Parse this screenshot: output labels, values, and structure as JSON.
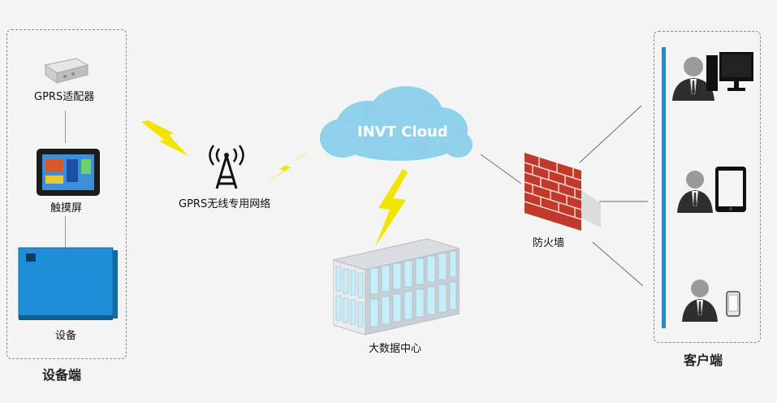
{
  "device_side": {
    "group_label": "设备端",
    "gprs_adapter_label": "GPRS适配器",
    "touchscreen_label": "触摸屏",
    "equipment_label": "设备"
  },
  "network": {
    "wireless_label": "GPRS无线专用网络",
    "cloud_label": "INVT Cloud",
    "datacenter_label": "大数据中心",
    "firewall_label": "防火墙"
  },
  "client_side": {
    "group_label": "客户端"
  },
  "colors": {
    "cloud": "#8fd0ea",
    "lightning": "#f2e600",
    "equipment_blue": "#1e8fd6",
    "client_bar": "#1a8fd8",
    "firewall_red": "#c0392b"
  }
}
